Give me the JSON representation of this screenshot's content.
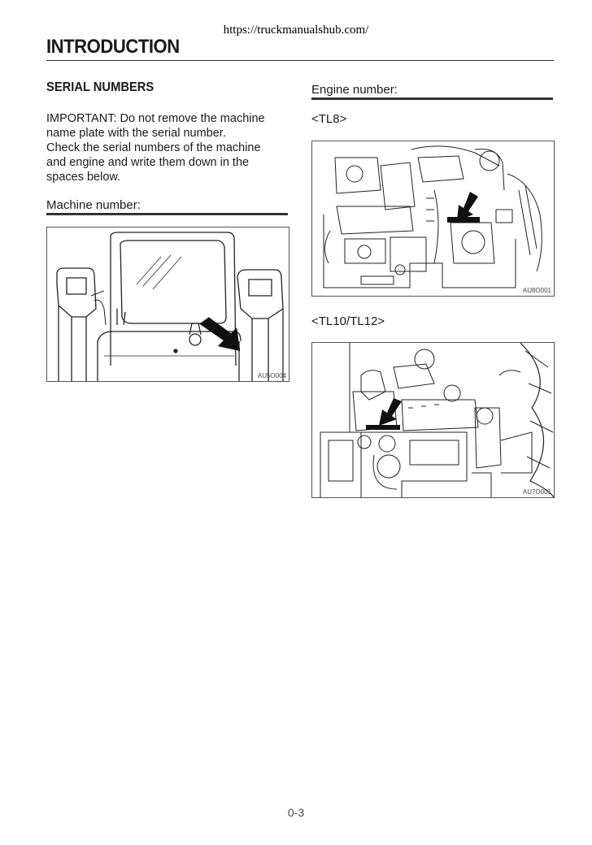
{
  "url": "https://truckmanualshub.com/",
  "page_title": "INTRODUCTION",
  "section_title": "SERIAL NUMBERS",
  "important_lines": [
    "IMPORTANT: Do not remove the machine",
    "name plate with the serial number.",
    "Check the serial numbers of the machine",
    "and engine and write them down in the",
    "spaces below."
  ],
  "machine_number_label": "Machine number:",
  "engine_number_label": "Engine number:",
  "variants": {
    "tl8": "<TL8>",
    "tl10_tl12": "<TL10/TL12>"
  },
  "figures": {
    "machine": "AU5O004",
    "engine_tl8": "AU8O001",
    "engine_tl10": "AU7O001"
  },
  "page_number": "0-3"
}
